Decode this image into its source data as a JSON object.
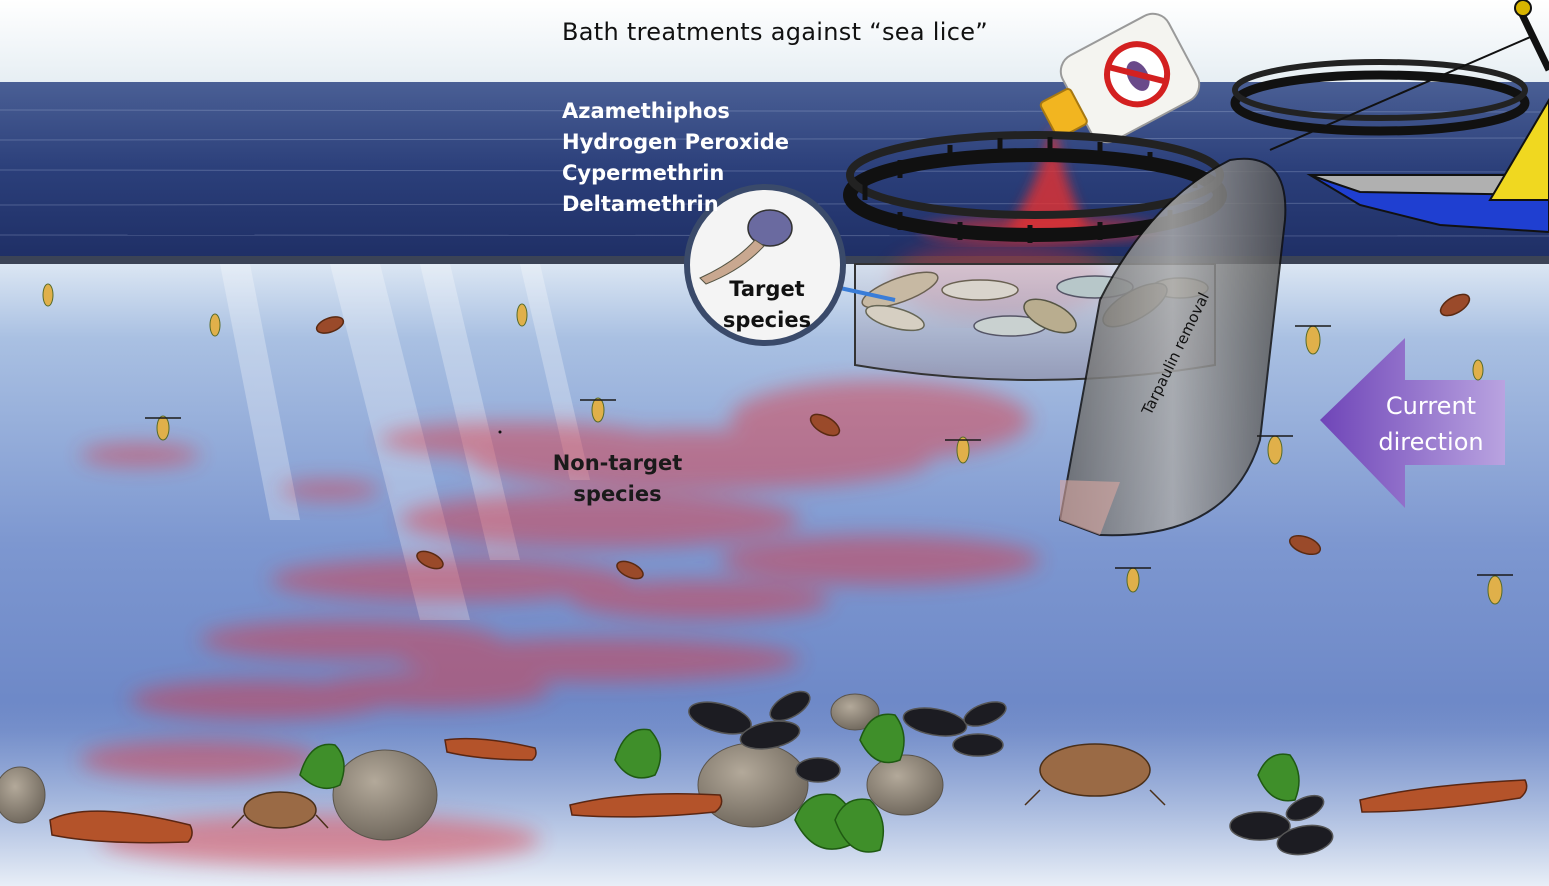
{
  "title": "Bath treatments  against “sea lice”",
  "chemicals": [
    "Azamethiphos",
    "Hydrogen Peroxide",
    "Cypermethrin",
    "Deltamethrin"
  ],
  "target_label": "Target species",
  "nontarget_label": "Non-target species",
  "current_label": "Current direction",
  "tarpaulin_label": "Tarpaulin removal",
  "colors": {
    "sky": "#f4f8fa",
    "sea_surface": "#2b3f7a",
    "water": "#5f7fc4",
    "plume": "#e0303a",
    "arrow": "#8a63c7",
    "boat_hull": "#1f3fd1",
    "boat_deck": "#f0d820"
  },
  "icons": [
    "bottle-icon",
    "no-lice-icon",
    "sea-lice-icon",
    "salmon-icon",
    "zooplankton-icon",
    "shrimp-larva-icon",
    "lobster-icon",
    "crab-icon",
    "mussel-icon",
    "seaweed-icon",
    "rock-icon",
    "fish-cage-icon",
    "boat-icon"
  ]
}
